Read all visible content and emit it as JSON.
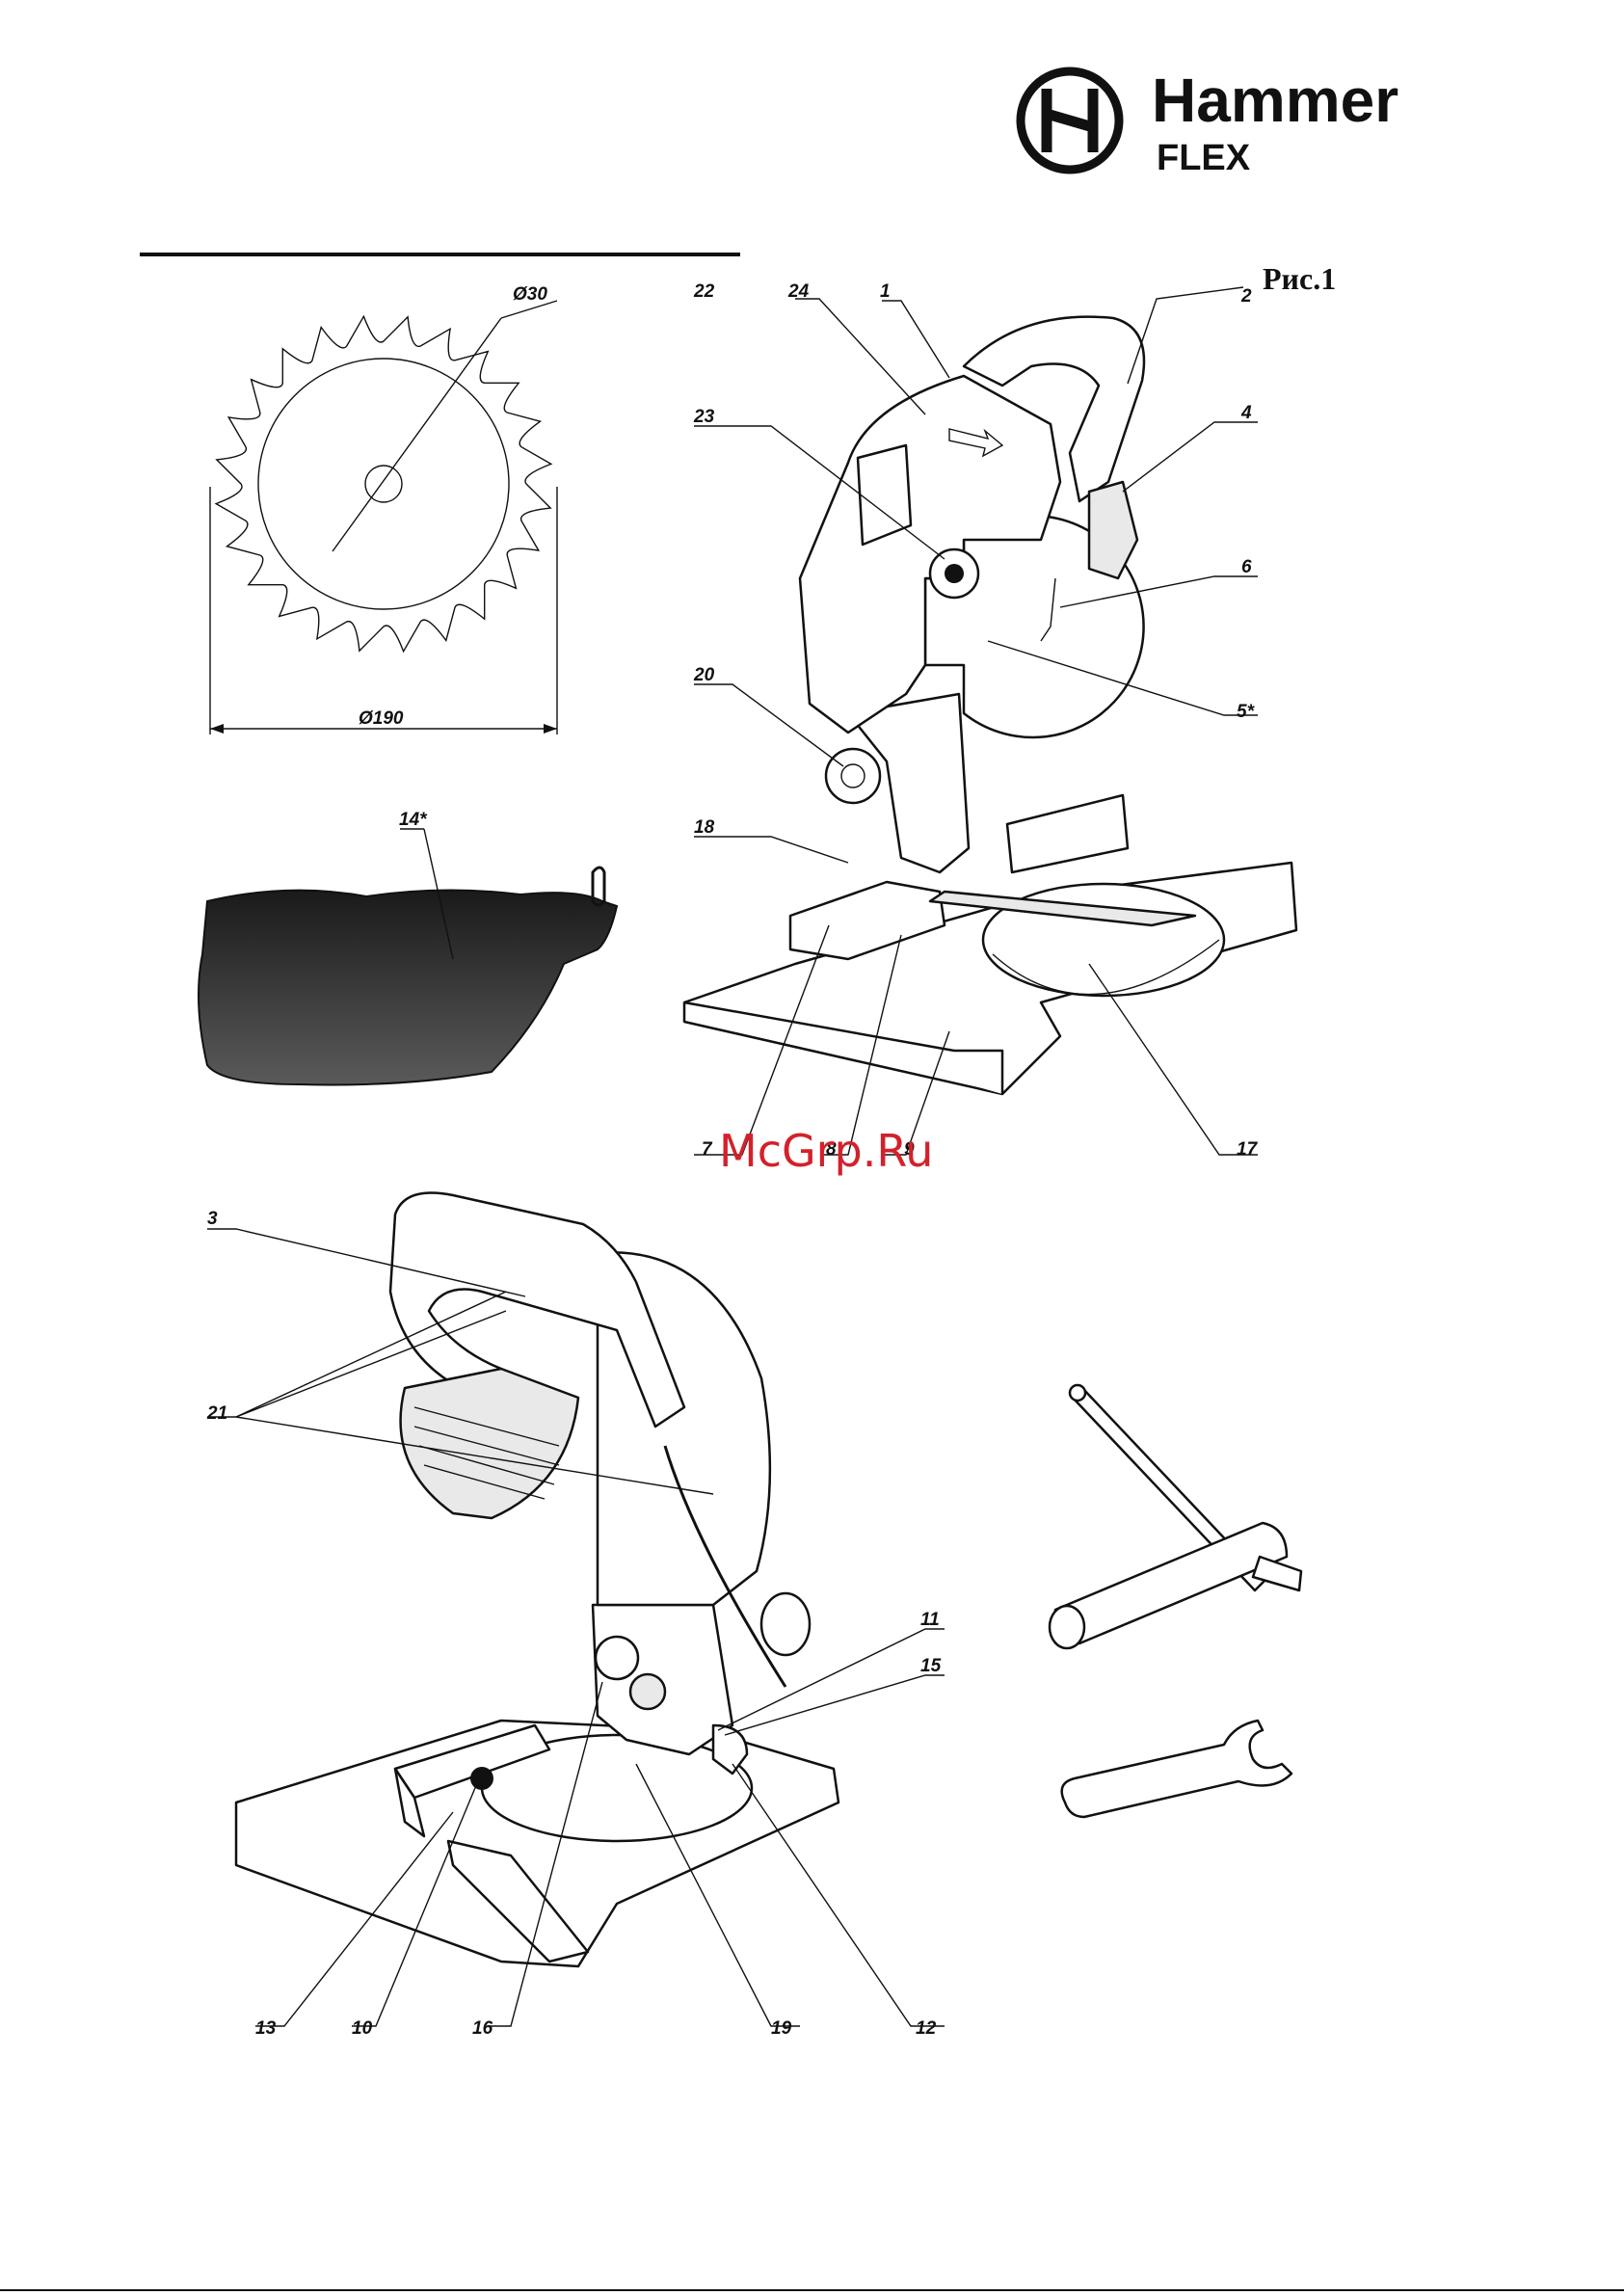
{
  "brand": {
    "line1": "Hammer",
    "line2": "FLEX"
  },
  "figure_title": "Рис.1",
  "blade": {
    "bore_label": "Ø30",
    "diameter_label": "Ø190"
  },
  "watermark": "McGrp.Ru",
  "callouts": {
    "c1": "1",
    "c2": "2",
    "c3": "3",
    "c4": "4",
    "c5": "5*",
    "c6": "6",
    "c7": "7",
    "c8": "8",
    "c9": "9",
    "c10": "10",
    "c11": "11",
    "c12": "12",
    "c13": "13",
    "c14": "14*",
    "c15": "15",
    "c16": "16",
    "c17": "17",
    "c18": "18",
    "c19": "19",
    "c20": "20",
    "c21": "21",
    "c22": "22",
    "c23": "23",
    "c24": "24"
  },
  "colors": {
    "ink": "#111111",
    "watermark": "#d3212b"
  }
}
